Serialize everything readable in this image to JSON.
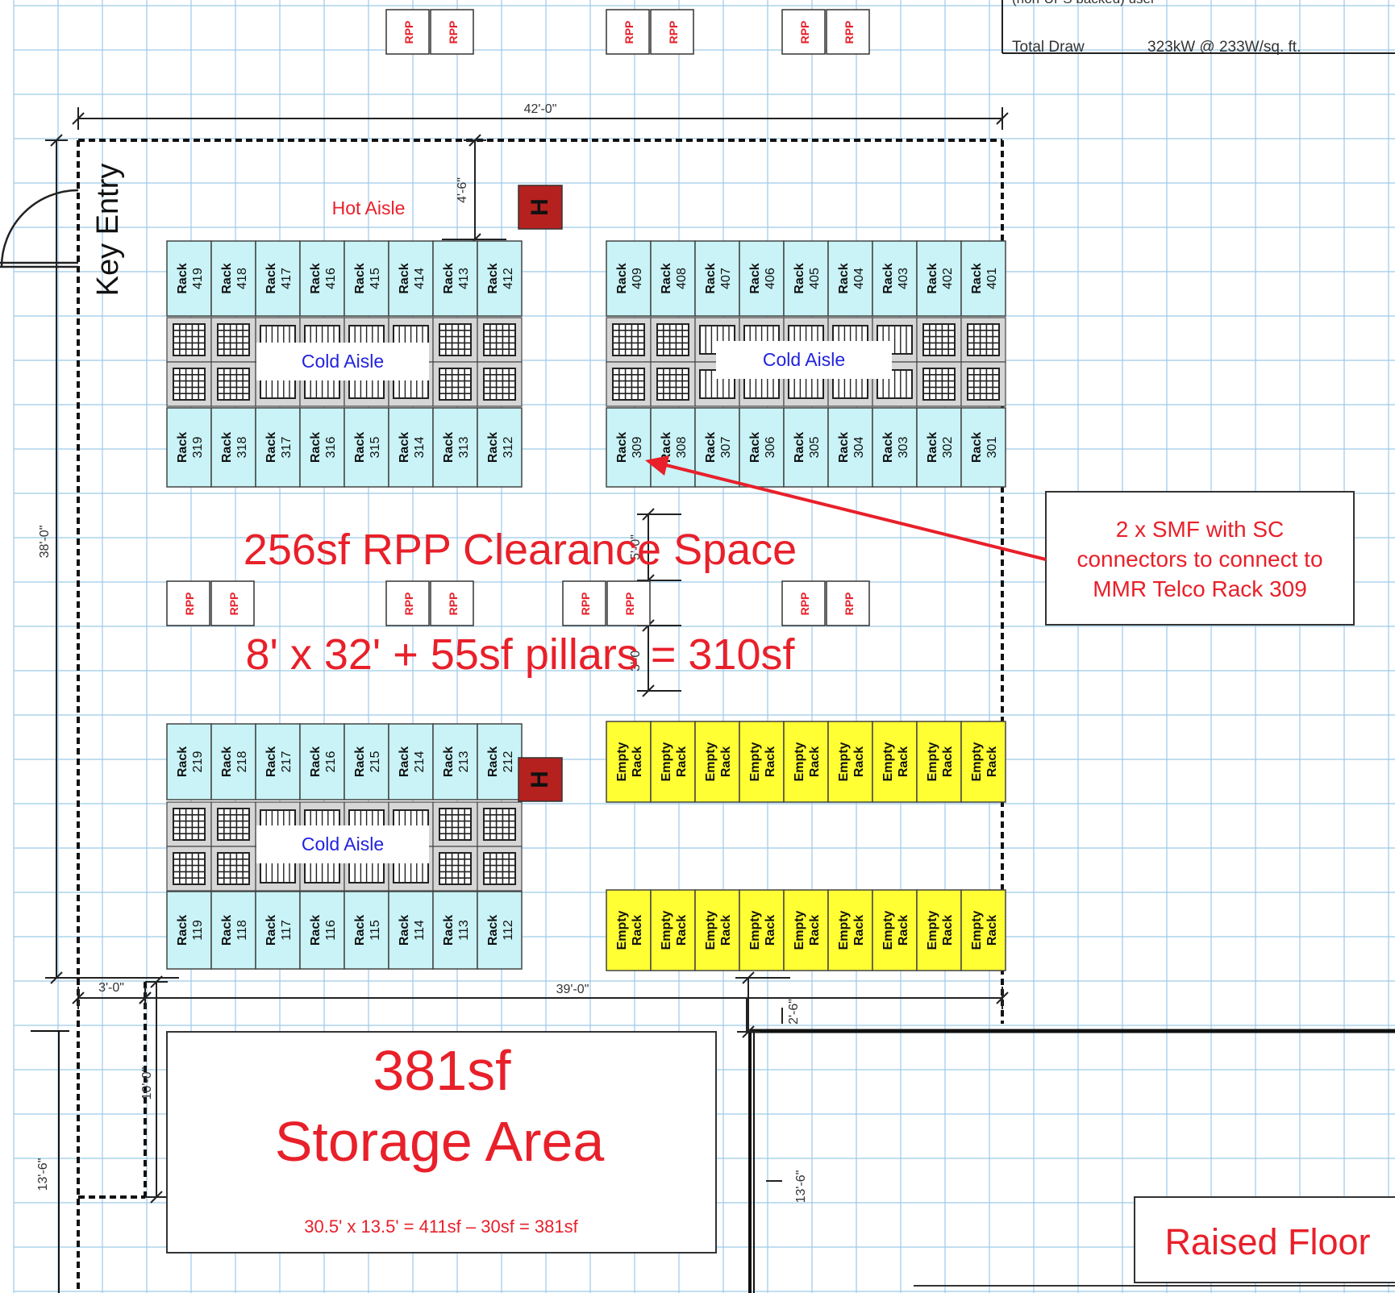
{
  "colors": {
    "grid": "#9cc9e8",
    "rack_fill": "#c9f3f6",
    "empty_fill": "#ffff33",
    "red": "#e8202a",
    "blue": "#2222dd",
    "heater": "#b5211f",
    "line": "#222222"
  },
  "header": {
    "cut_text": "(non-UPS backed) user",
    "total_draw_label": "Total Draw",
    "total_draw_value": "323kW @  233W/sq. ft."
  },
  "dimensions": {
    "top_width": "42'-0\"",
    "left_height": "38'-0\"",
    "hot_aisle_depth": "4'-6\"",
    "mid_a": "5'-0\"",
    "mid_b": "3'-0\"",
    "bottom_left": "3'-0\"",
    "bottom_main": "39'-0\"",
    "gap": "2'-6\"",
    "storage_side": "10'-0\"",
    "lower_left": "13'-6\"",
    "lower_right": "13'-6\""
  },
  "labels": {
    "key_entry": "Key Entry",
    "hot_aisle": "Hot Aisle",
    "cold_aisle": "Cold Aisle",
    "rpp": "RPP",
    "heater": "H",
    "rack_word": "Rack",
    "empty_line1": "Empty",
    "empty_line2": "Rack",
    "clearance": "256sf RPP Clearance Space",
    "formula": "8' x 32' + 55sf pillars = 310sf",
    "storage_area": "381sf",
    "storage_title": "Storage Area",
    "storage_formula": "30.5' x 13.5' = 411sf – 30sf = 381sf",
    "raised_floor": "Raised Floor"
  },
  "callout": {
    "lines": [
      "2 x SMF with SC",
      "connectors to connect to",
      "MMR Telco Rack 309"
    ]
  },
  "racks": {
    "row_419": [
      "419",
      "418",
      "417",
      "416",
      "415",
      "414",
      "413",
      "412"
    ],
    "row_409": [
      "409",
      "408",
      "407",
      "406",
      "405",
      "404",
      "403",
      "402",
      "401"
    ],
    "row_319": [
      "319",
      "318",
      "317",
      "316",
      "315",
      "314",
      "313",
      "312"
    ],
    "row_309": [
      "309",
      "308",
      "307",
      "306",
      "305",
      "304",
      "303",
      "302",
      "301"
    ],
    "row_219": [
      "219",
      "218",
      "217",
      "216",
      "215",
      "214",
      "213",
      "212"
    ],
    "row_119": [
      "119",
      "118",
      "117",
      "116",
      "115",
      "114",
      "113",
      "112"
    ]
  }
}
